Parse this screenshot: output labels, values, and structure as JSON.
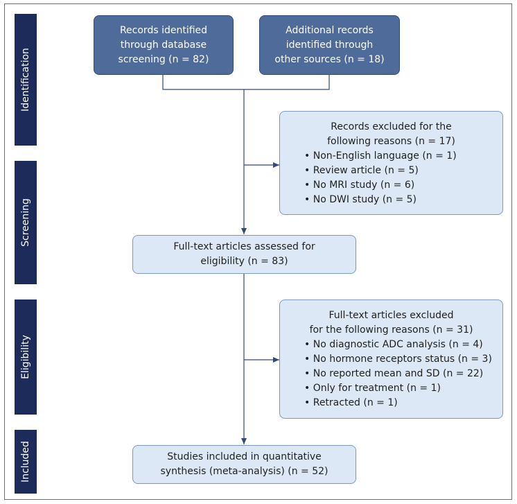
{
  "stages": {
    "identification": "Identification",
    "screening": "Screening",
    "eligibility": "Eligibility",
    "included": "Included"
  },
  "boxes": {
    "database": {
      "lines": [
        "Records identified",
        "through database",
        "screening (n = 82)"
      ]
    },
    "other_sources": {
      "lines": [
        "Additional records",
        "identified through",
        "other sources (n = 18)"
      ]
    },
    "excluded_records": {
      "title_lines": [
        "Records excluded for the",
        "following reasons (n = 17)"
      ],
      "items": [
        "Non-English language (n = 1)",
        "Review article (n = 5)",
        "No MRI study (n = 6)",
        "No DWI study (n = 5)"
      ]
    },
    "fulltext_assessed": {
      "lines": [
        "Full-text articles assessed for",
        "eligibility (n = 83)"
      ]
    },
    "excluded_fulltext": {
      "title_lines": [
        "Full-text articles excluded",
        "for the following reasons (n = 31)"
      ],
      "items": [
        "No diagnostic ADC analysis (n = 4)",
        "No hormone receptors status (n = 3)",
        "No reported mean and SD (n = 22)",
        "Only for treatment (n = 1)",
        "Retracted (n = 1)"
      ]
    },
    "included_studies": {
      "lines": [
        "Studies included in quantitative",
        "synthesis (meta-analysis) (n = 52)"
      ]
    }
  },
  "bullet_char": "•",
  "colors": {
    "stage_bg": "#1d2b5a",
    "dark_box": "#4f6b99",
    "light_box": "#dce8f5",
    "connector": "#34487a"
  }
}
